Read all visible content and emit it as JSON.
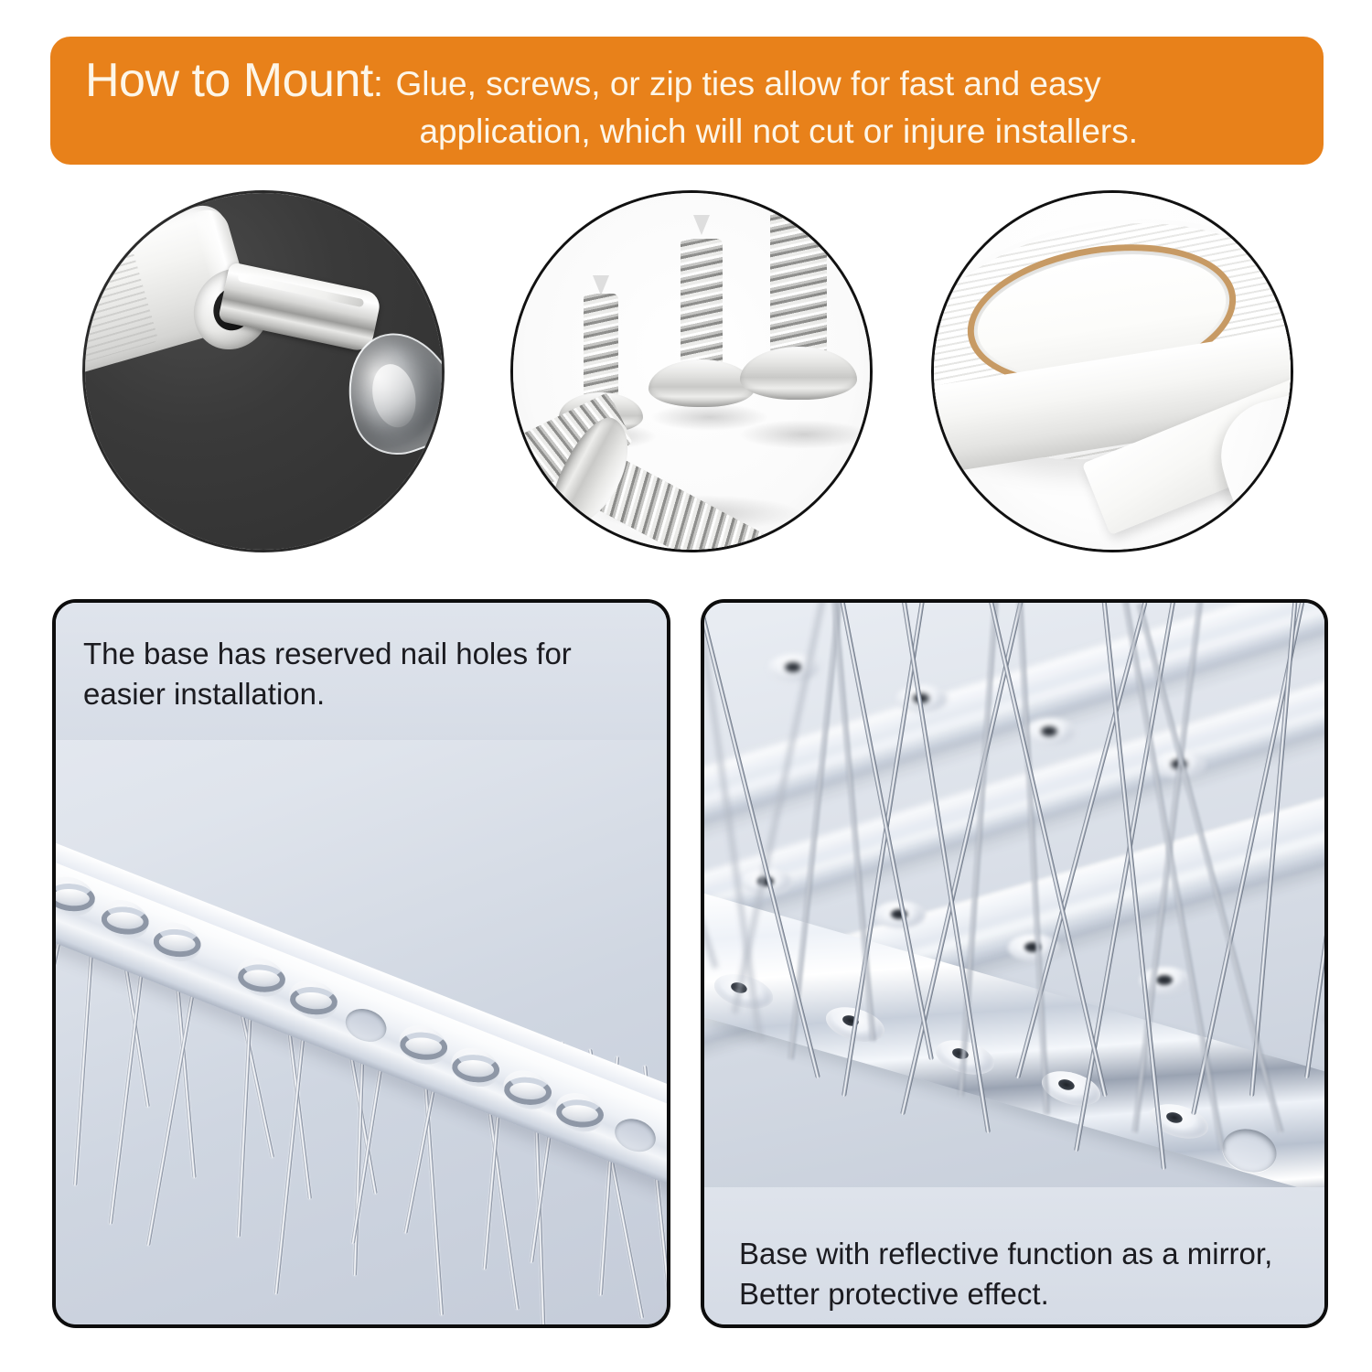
{
  "banner": {
    "title": "How to Mount",
    "title_colon": ":",
    "body_line1": "Glue, screws, or zip ties allow for fast and easy",
    "body_line2": "application, which will not cut or injure installers.",
    "bg_color": "#e8811a",
    "text_color": "#fdf6e8"
  },
  "circles": [
    {
      "name": "glue",
      "caption": "Glue tube nozzle dispensing a clear adhesive droplet on a dark background"
    },
    {
      "name": "screws",
      "caption": "Five stainless steel countersunk self-tapping screws on a white background"
    },
    {
      "name": "tape",
      "caption": "Roll of white double-sided foam mounting tape with a kraft core and a peeled strip"
    }
  ],
  "panels": {
    "left": {
      "caption_line1": "The base has reserved nail holes for",
      "caption_line2": "easier installation.",
      "photo_alt": "Angled close-up of the stainless bird spike base rail showing welded wire loops, oval pre-drilled nail holes and downward spikes",
      "border_color": "#0d0d0d",
      "bg_color": "#dfe4ec"
    },
    "right": {
      "caption_line1": "Base with reflective function as a mirror,",
      "caption_line2": "Better protective effect.",
      "photo_alt": "Close-up of dense stainless steel spikes rising from a polished mirror-finish base strip with sockets and a nail hole",
      "border_color": "#0d0d0d",
      "bg_color": "#dfe4ec"
    }
  }
}
